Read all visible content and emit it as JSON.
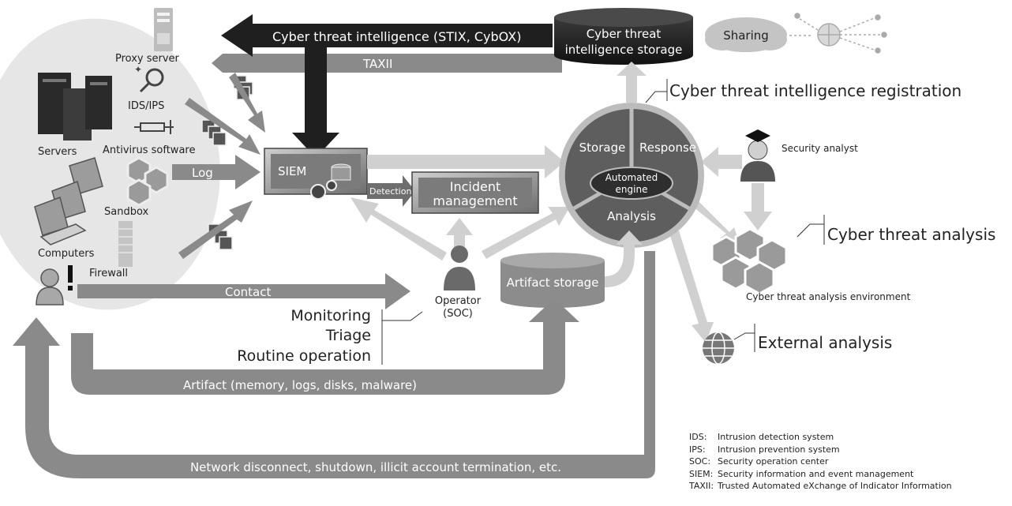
{
  "labels": {
    "cti_stix": "Cyber threat intelligence (STIX, CybOX)",
    "taxii": "TAXII",
    "cti_storage_1": "Cyber threat",
    "cti_storage_2": "intelligence storage",
    "sharing": "Sharing",
    "cti_registration": "Cyber threat intelligence registration",
    "proxy_server": "Proxy server",
    "ids_ips": "IDS/IPS",
    "antivirus": "Antivirus software",
    "servers": "Servers",
    "sandbox": "Sandbox",
    "computers": "Computers",
    "firewall": "Firewall",
    "log": "Log",
    "siem": "SIEM",
    "detection": "Detection",
    "incident_1": "Incident",
    "incident_2": "management",
    "storage": "Storage",
    "response": "Response",
    "automated_1": "Automated",
    "automated_2": "engine",
    "analysis": "Analysis",
    "security_analyst": "Security analyst",
    "cyber_threat_analysis": "Cyber threat analysis",
    "cta_environment": "Cyber threat analysis environment",
    "external_analysis": "External analysis",
    "contact": "Contact",
    "operator_1": "Operator",
    "operator_2": "(SOC)",
    "artifact_storage": "Artifact storage",
    "monitoring": "Monitoring",
    "triage": "Triage",
    "routine": "Routine operation",
    "artifact": "Artifact (memory, logs, disks, malware)",
    "network_disconnect": "Network disconnect, shutdown, illicit account termination, etc."
  },
  "abbreviations": [
    {
      "key": "IDS:",
      "value": "Intrusion detection system"
    },
    {
      "key": "IPS:",
      "value": "Intrusion prevention system"
    },
    {
      "key": "SOC:",
      "value": "Security operation center"
    },
    {
      "key": "SIEM:",
      "value": "Security information and event management"
    },
    {
      "key": "TAXII:",
      "value": "Trusted Automated eXchange of Indicator Information"
    }
  ]
}
